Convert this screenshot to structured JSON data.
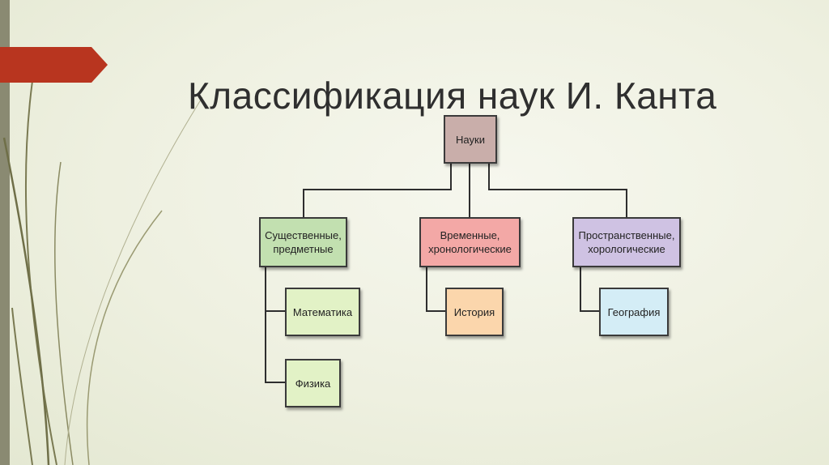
{
  "slide": {
    "title": "Классификация наук И. Канта"
  },
  "diagram": {
    "root": {
      "label": "Науки",
      "color": "#c9aeaa"
    },
    "categories": [
      {
        "label": "Существенные,\nпредметные",
        "color": "#c2e0b0",
        "children": [
          {
            "label": "Математика",
            "color": "#e2f2c6"
          },
          {
            "label": "Физика",
            "color": "#e2f2c6"
          }
        ]
      },
      {
        "label": "Временные,\nхронологические",
        "color": "#f3a8a6",
        "children": [
          {
            "label": "История",
            "color": "#fbd6ac"
          }
        ]
      },
      {
        "label": "Пространственные,\nхорологические",
        "color": "#cfc2e3",
        "children": [
          {
            "label": "География",
            "color": "#d4edf6"
          }
        ]
      }
    ]
  },
  "colors": {
    "accent": "#b8351f",
    "sidebar": "#8a8a72",
    "grass": "#7a7a52"
  }
}
